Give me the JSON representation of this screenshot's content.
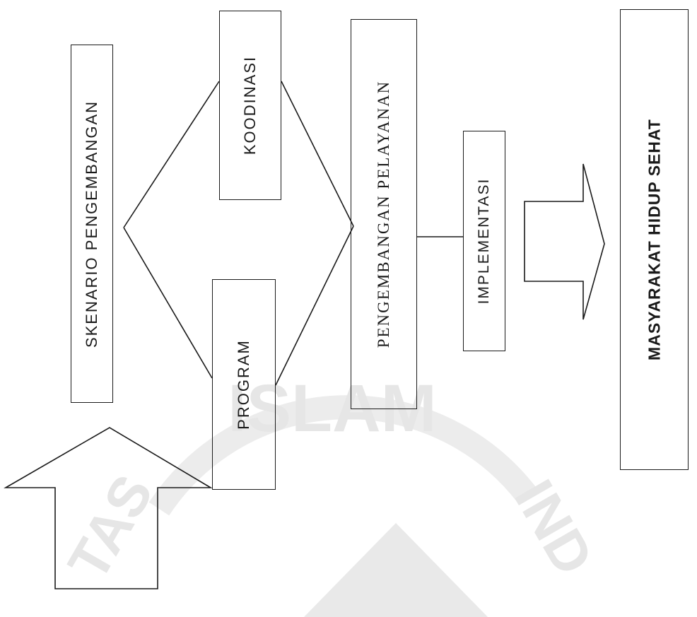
{
  "diagram": {
    "boxes": {
      "skenario": "SKENARIO PENGEMBANGAN",
      "koodinasi": "KOODINASI",
      "program": "PROGRAM",
      "pengembangan_pelayanan": "PENGEMBANGAN PELAYANAN",
      "implementasi": "IMPLEMENTASI",
      "masyarakat": "MASYARAKAT HIDUP SEHAT"
    }
  },
  "watermark": {
    "text_top": "ISLAM",
    "text_left": "TAS",
    "text_right": "IND"
  }
}
